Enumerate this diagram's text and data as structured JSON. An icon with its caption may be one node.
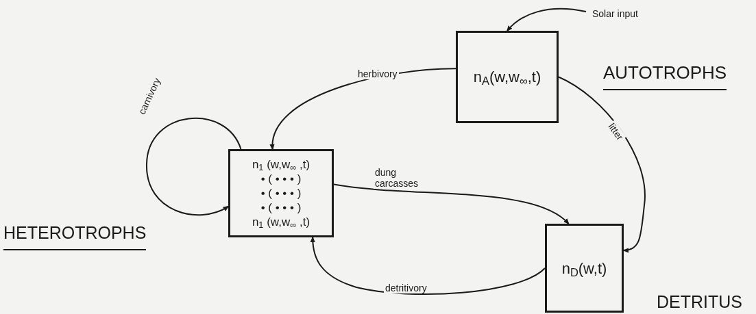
{
  "diagram": {
    "nodes": [
      {
        "text": [
          "n$_{A}$(w,w$_{∞}$,t)",
          "AUTOTROPHS"
        ]
      },
      {
        "text": [
          "n$_{1}$ (w,w$_{∞}$ ,t)",
          "• ( • • • )",
          "• ( • • • )",
          "• ( • • • )",
          "n$_{1}$ (w,w$_{∞}$ ,t)",
          "HETEROTROPHS"
        ]
      },
      {
        "text": [
          "n$_{D}$(w,t)",
          "DETRITUS"
        ]
      }
    ],
    "edges": [
      {
        "from": null,
        "to": 0,
        "arrow": "to",
        "label": "Solar input"
      },
      {
        "from": 0,
        "to": 1,
        "arrow": "to",
        "label": "herbivory"
      },
      {
        "from": 0,
        "to": 2,
        "arrow": "to",
        "label": "litter"
      },
      {
        "from": 1,
        "to": 1,
        "arrow": "to",
        "label": "carnivory"
      },
      {
        "from": 1,
        "to": 2,
        "arrow": "to",
        "label": "dung carcasses"
      },
      {
        "from": 2,
        "to": 1,
        "arrow": "to",
        "label": "detritivory"
      }
    ]
  }
}
